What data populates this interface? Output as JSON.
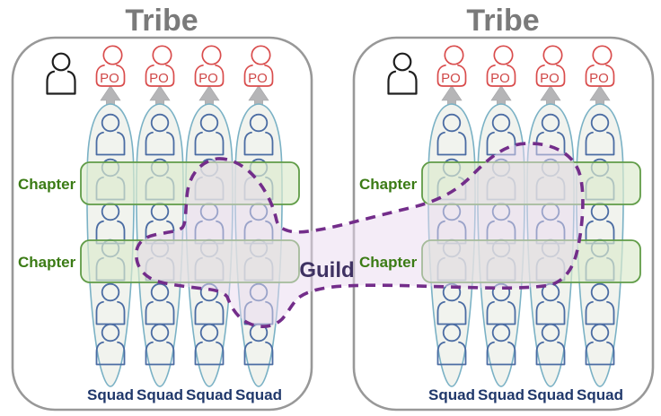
{
  "guild": {
    "label": "Guild"
  },
  "tribes": [
    {
      "title": "Tribe",
      "chapters": [
        {
          "label": "Chapter"
        },
        {
          "label": "Chapter"
        }
      ],
      "squads": [
        {
          "label": "Squad",
          "po_label": "PO",
          "members": 6
        },
        {
          "label": "Squad",
          "po_label": "PO",
          "members": 6
        },
        {
          "label": "Squad",
          "po_label": "PO",
          "members": 6
        },
        {
          "label": "Squad",
          "po_label": "PO",
          "members": 6
        }
      ]
    },
    {
      "title": "Tribe",
      "chapters": [
        {
          "label": "Chapter"
        },
        {
          "label": "Chapter"
        }
      ],
      "squads": [
        {
          "label": "Squad",
          "po_label": "PO",
          "members": 6
        },
        {
          "label": "Squad",
          "po_label": "PO",
          "members": 6
        },
        {
          "label": "Squad",
          "po_label": "PO",
          "members": 6
        },
        {
          "label": "Squad",
          "po_label": "PO",
          "members": 6
        }
      ]
    }
  ],
  "colors": {
    "tribe_title_gray": "#7a7a7a",
    "tribe_border_gray": "#989898",
    "po_red": "#d94c4c",
    "arrow_gray": "#b5b5b7",
    "squad_ellipse_stroke": "#7ab1c5",
    "squad_ellipse_fill": "#f1f3ee",
    "person_blue": "#4b6ca3",
    "chapter_band_green": "#609c47",
    "chapter_text_green": "#3b7b15",
    "squad_text_navy": "#20386b",
    "guild_dash_purple": "#732d8a",
    "guild_text_indigo": "#3f3263"
  },
  "icons": {
    "tribe_lead": "tribe-lead-icon",
    "product_owner": "po-icon",
    "arrow": "arrow-up-icon",
    "member": "person-icon"
  }
}
